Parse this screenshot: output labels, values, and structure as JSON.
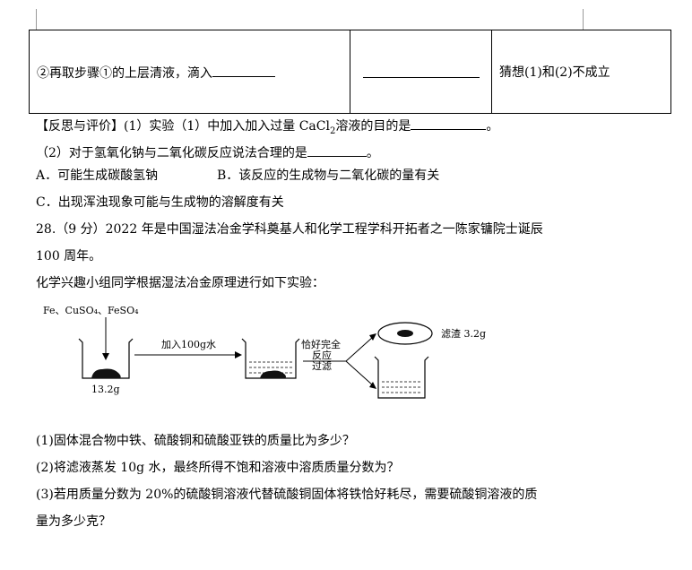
{
  "table_row": {
    "step": "②再取步骤①的上层清液，滴入",
    "conclusion": "猜想(1)和(2)不成立"
  },
  "reflection": {
    "line1_prefix": "【反思与评价】(1）实验（1）中加入加入过量 CaCl",
    "line1_sub": "2",
    "line1_suffix": "溶液的目的是",
    "line1_end": "。",
    "line2_text": "（2）对于氢氧化钠与二氧化碳反应说法合理的是",
    "line2_end": "。",
    "option_a": "A．可能生成碳酸氢钠",
    "option_b": "B．该反应的生成物与二氧化碳的量有关",
    "option_c": "C．出现浑浊现象可能与生成物的溶解度有关"
  },
  "q28": {
    "line1": "28.（9 分）2022 年是中国湿法冶金学科奠基人和化学工程学科开拓者之一陈家镛院士诞辰",
    "line2": "100 周年。",
    "line3": "化学兴趣小组同学根据湿法冶金原理进行如下实验：",
    "sub1": "(1)固体混合物中铁、硫酸铜和硫酸亚铁的质量比为多少？",
    "sub2": "(2)将滤液蒸发 10g 水，最终所得不饱和溶液中溶质质量分数为？",
    "sub3_line1": "(3)若用质量分数为 20%的硫酸铜溶液代替硫酸铜固体将铁恰好耗尽，需要硫酸铜溶液的质",
    "sub3_line2": "量为多少克？"
  },
  "diagram": {
    "reagents": "Fe、CuSO₄、FeSO₄",
    "mass": "13.2g",
    "add_water": "加入100g水",
    "cond1": "恰好完全",
    "cond2": "反应",
    "cond3": "过滤",
    "residue": "滤渣 3.2g"
  }
}
